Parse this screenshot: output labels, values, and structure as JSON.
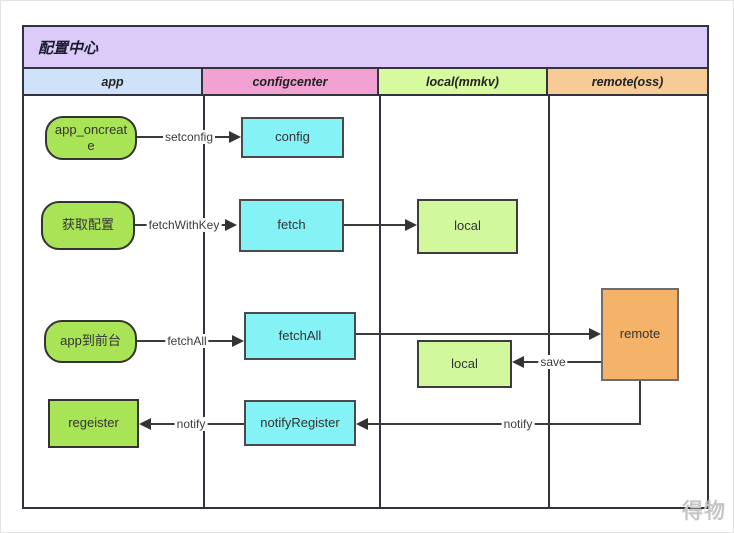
{
  "title": "配置中心",
  "lanes": [
    {
      "label": "app",
      "color": "#cfe2f9"
    },
    {
      "label": "configcenter",
      "color": "#f2a2d2"
    },
    {
      "label": "local(mmkv)",
      "color": "#d8fa9f"
    },
    {
      "label": "remote(oss)",
      "color": "#f6cb96"
    }
  ],
  "nodes": {
    "app_oncreate": {
      "label": "app_oncreate"
    },
    "config": {
      "label": "config"
    },
    "get_config": {
      "label": "获取配置"
    },
    "fetch": {
      "label": "fetch"
    },
    "local_fetch": {
      "label": "local"
    },
    "app_to_foreground": {
      "label": "app到前台"
    },
    "fetch_all": {
      "label": "fetchAll"
    },
    "remote": {
      "label": "remote"
    },
    "local_save": {
      "label": "local"
    },
    "regeister": {
      "label": "regeister"
    },
    "notify_register": {
      "label": "notifyRegister"
    }
  },
  "edges": {
    "setconfig": {
      "label": "setconfig"
    },
    "fetch_with_key": {
      "label": "fetchWithKey"
    },
    "fetch_all": {
      "label": "fetchAll"
    },
    "save": {
      "label": "save"
    },
    "notify_remote": {
      "label": "notify"
    },
    "notify_app": {
      "label": "notify"
    }
  },
  "watermark": "得物",
  "colors": {
    "title_bg": "#dccbf8",
    "terminator_fill": "#a9e356",
    "process_fill": "#85f2f5",
    "local_fill": "#d2f89e",
    "remote_fill": "#f5b269",
    "line": "#3a3a3a",
    "border": "#33333d"
  }
}
